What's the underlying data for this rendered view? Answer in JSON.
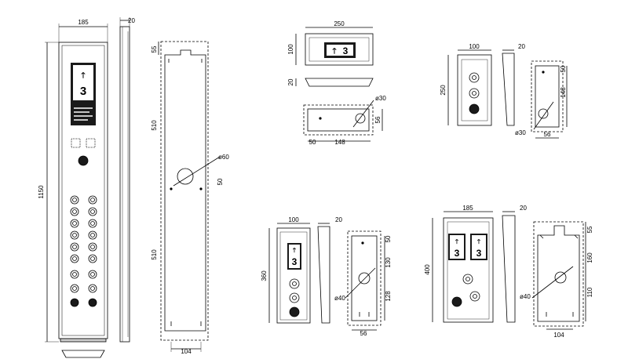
{
  "glyphs": {
    "floor": "3",
    "up_arrow": "🡑"
  },
  "dims": {
    "a_width": "185",
    "a_depth": "20",
    "a_height": "1150",
    "b_top": "55",
    "b_mid1": "510",
    "b_mid2": "510",
    "b_hole": "ø60",
    "b_side": "50",
    "b_bottom": "104",
    "c_width": "250",
    "c_height": "100",
    "c_depth": "20",
    "c_hole": "ø30",
    "c_h56": "56",
    "c_50": "50",
    "c_148": "148",
    "d_width": "100",
    "d_depth": "20",
    "d_height": "250",
    "d_50": "50",
    "d_148": "148",
    "d_hole": "ø30",
    "d_56": "56",
    "e_width": "100",
    "e_depth": "20",
    "e_height": "360",
    "e_50": "50",
    "e_130": "130",
    "e_128": "128",
    "e_hole": "ø40",
    "e_56": "56",
    "f_width": "185",
    "f_depth": "20",
    "f_height": "400",
    "f_55": "55",
    "f_160": "160",
    "f_110": "110",
    "f_hole": "ø40",
    "f_104": "104"
  },
  "colors": {
    "line": "#000000",
    "panel_dark": "#1a1a1a"
  }
}
